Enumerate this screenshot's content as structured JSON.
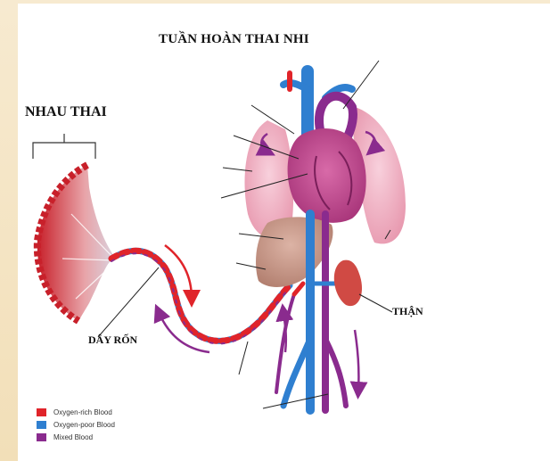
{
  "title": "TUẦN HOÀN THAI NHI",
  "labels": {
    "placenta": "NHAU THAI",
    "umbilical_cord": "DÂY RỐN",
    "kidney": "THẬN"
  },
  "legend": [
    {
      "label": "Oxygen-rich Blood",
      "color": "#e0242a"
    },
    {
      "label": "Oxygen-poor Blood",
      "color": "#2f7fd0"
    },
    {
      "label": "Mixed Blood",
      "color": "#8a2b8e"
    }
  ],
  "colors": {
    "lung": "#f3b6c6",
    "heart": "#c9569a",
    "liver": "#c79a8c",
    "kidney": "#d04a44",
    "artery": "#e0242a",
    "vein": "#2f7fd0",
    "mixed": "#8a2b8e",
    "placenta_edge": "#d73a3a"
  }
}
